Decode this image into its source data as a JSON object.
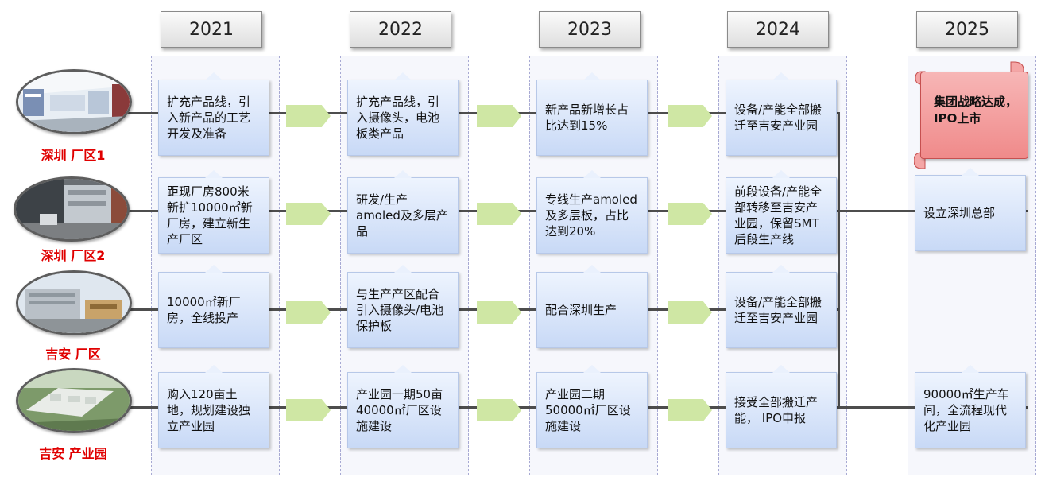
{
  "years": [
    "2021",
    "2022",
    "2023",
    "2024",
    "2025"
  ],
  "sites": [
    {
      "label": "深圳 厂区1"
    },
    {
      "label": "深圳 厂区2"
    },
    {
      "label": "吉安 厂区"
    },
    {
      "label": "吉安 产业园"
    }
  ],
  "milestones": {
    "r1c1": "扩充产品线，引入新产品的工艺开发及准备",
    "r1c2": "扩充产品线，引入摄像头，电池板类产品",
    "r1c3": "新产品新增长占比达到15%",
    "r1c4": "设备/产能全部搬迁至吉安产业园",
    "r2c1": "距现厂房800米新扩10000㎡新厂房，建立新生产厂区",
    "r2c2": "研发/生产amoled及多层产品",
    "r2c3": "专线生产amoled及多层板，占比达到20%",
    "r2c4": "前段设备/产能全部转移至吉安产业园，保留SMT后段生产线",
    "r2c5": "设立深圳总部",
    "r3c1": "10000㎡新厂房，全线投产",
    "r3c2": "与生产产区配合引入摄像头/电池保护板",
    "r3c3": "配合深圳生产",
    "r3c4": "设备/产能全部搬迁至吉安产业园",
    "r4c1": "购入120亩土地，规划建设独立产业园",
    "r4c2": "产业园一期50亩40000㎡厂区设施建设",
    "r4c3": "产业园二期50000㎡厂区设施建设",
    "r4c4": "接受全部搬迁产能， IPO申报",
    "r4c5": "90000㎡生产车间，全流程现代化产业园"
  },
  "goal": "集团战略达成，IPO上市"
}
